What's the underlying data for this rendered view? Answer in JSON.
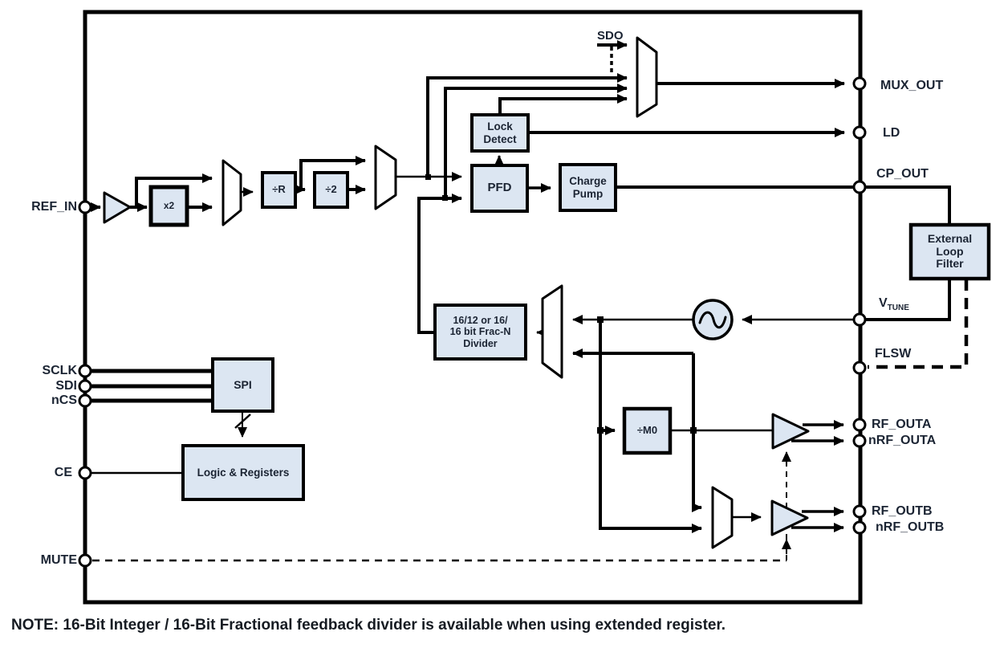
{
  "figure": {
    "type": "functional-block-diagram",
    "note": "NOTE: 16-Bit Integer / 16-Bit Fractional feedback divider is available when using extended register."
  },
  "pins": {
    "left": [
      {
        "label": "REF_IN"
      },
      {
        "label": "SCLK"
      },
      {
        "label": "SDI"
      },
      {
        "label": "nCS"
      },
      {
        "label": "CE"
      },
      {
        "label": "MUTE"
      }
    ],
    "right": [
      {
        "label": "MUX_OUT"
      },
      {
        "label": "LD"
      },
      {
        "label": "CP_OUT"
      },
      {
        "label": "V",
        "sub": "TUNE"
      },
      {
        "label": "FLSW"
      },
      {
        "label": "RF_OUTA"
      },
      {
        "label": "nRF_OUTA"
      },
      {
        "label": "RF_OUTB"
      },
      {
        "label": "nRF_OUTB"
      }
    ],
    "top": [
      {
        "label": "SDO"
      }
    ]
  },
  "blocks": {
    "ref_doubler": "x2",
    "r_divider": "÷R",
    "div2": "÷2",
    "lock_detect": "Lock\nDetect",
    "pfd": "PFD",
    "charge_pump": "Charge\nPump",
    "external_loop_filter": "External\nLoop\nFilter",
    "frac_n_divider": "16/12 or 16/\n16 bit Frac-N\nDivider",
    "spi": "SPI",
    "logic_registers": "Logic & Registers",
    "m0_divider": "÷M0"
  },
  "colors": {
    "block_fill": "#dce6f2",
    "mux_fill": "#ffffff",
    "line": "#000000",
    "ink": "#1b2433"
  }
}
